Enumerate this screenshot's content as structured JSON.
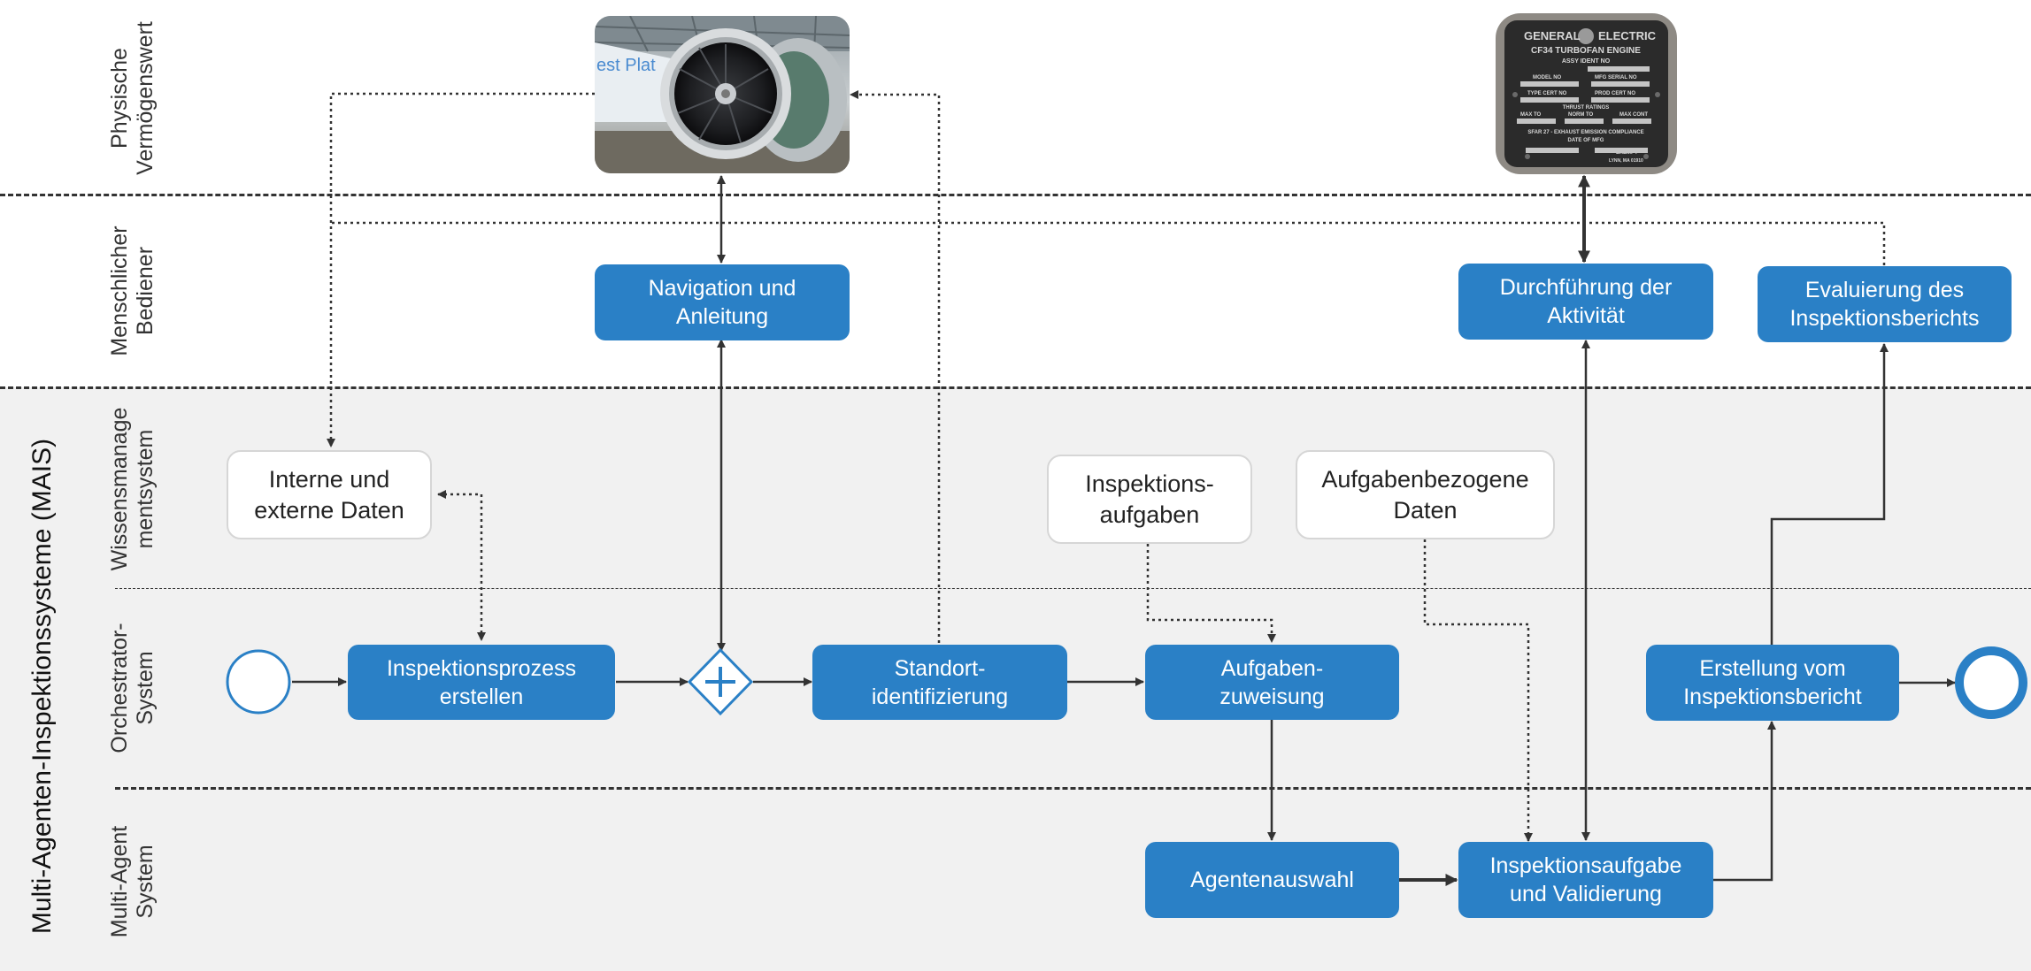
{
  "diagram": {
    "pool_label": "Multi-Agenten-Inspektionssysteme (MAIS)",
    "lanes": [
      {
        "id": "physical",
        "label": "Physische\nVermögenswert"
      },
      {
        "id": "human",
        "label": "Menschlicher\nBediener"
      },
      {
        "id": "knowledge",
        "label": "Wissensmanage\nmentsystem"
      },
      {
        "id": "orchestrator",
        "label": "Orchestrator-\nSystem"
      },
      {
        "id": "multiagent",
        "label": "Multi-Agent\nSystem"
      }
    ],
    "tasks": {
      "navigation": "Navigation und\nAnleitung",
      "execution": "Durchführung der\nAktivität",
      "evaluation": "Evaluierung des\nInspektionsberichts",
      "create_process": "Inspektionsprozess\nerstellen",
      "location": "Standort-\nidentifizierung",
      "assignment": "Aufgaben-\nzuweisung",
      "report": "Erstellung vom\nInspektionsbericht",
      "agent_selection": "Agentenauswahl",
      "inspection_validation": "Inspektionsaufgabe\nund Validierung"
    },
    "data_objects": {
      "internal_external": "Interne und\nexterne Daten",
      "inspection_tasks": "Inspektions-\naufgaben",
      "task_data": "Aufgabenbezogene\nDaten"
    },
    "nameplate": {
      "brand_left": "GENERAL",
      "brand_right": "ELECTRIC",
      "model": "CF34 TURBOFAN ENGINE",
      "ident": "ASSY IDENT NO",
      "model_no": "MODEL NO",
      "mfg_serial": "MFG SERIAL NO",
      "type_cert": "TYPE CERT NO",
      "prod_cert": "PROD CERT NO",
      "thrust": "THRUST RATINGS",
      "max_to": "MAX TO",
      "norm_to": "NORM TO",
      "max_cont": "MAX CONT",
      "emission": "SFAR 27 - EXHAUST EMISSION COMPLIANCE",
      "date_mfg": "DATE OF MFG",
      "exempt": "EXEMPT",
      "location": "LYNN, MA 01910"
    },
    "photo_text": "est Plat",
    "colors": {
      "task": "#2a80c6",
      "lane_bg": "#f1f1f1",
      "connector": "#333333"
    }
  }
}
